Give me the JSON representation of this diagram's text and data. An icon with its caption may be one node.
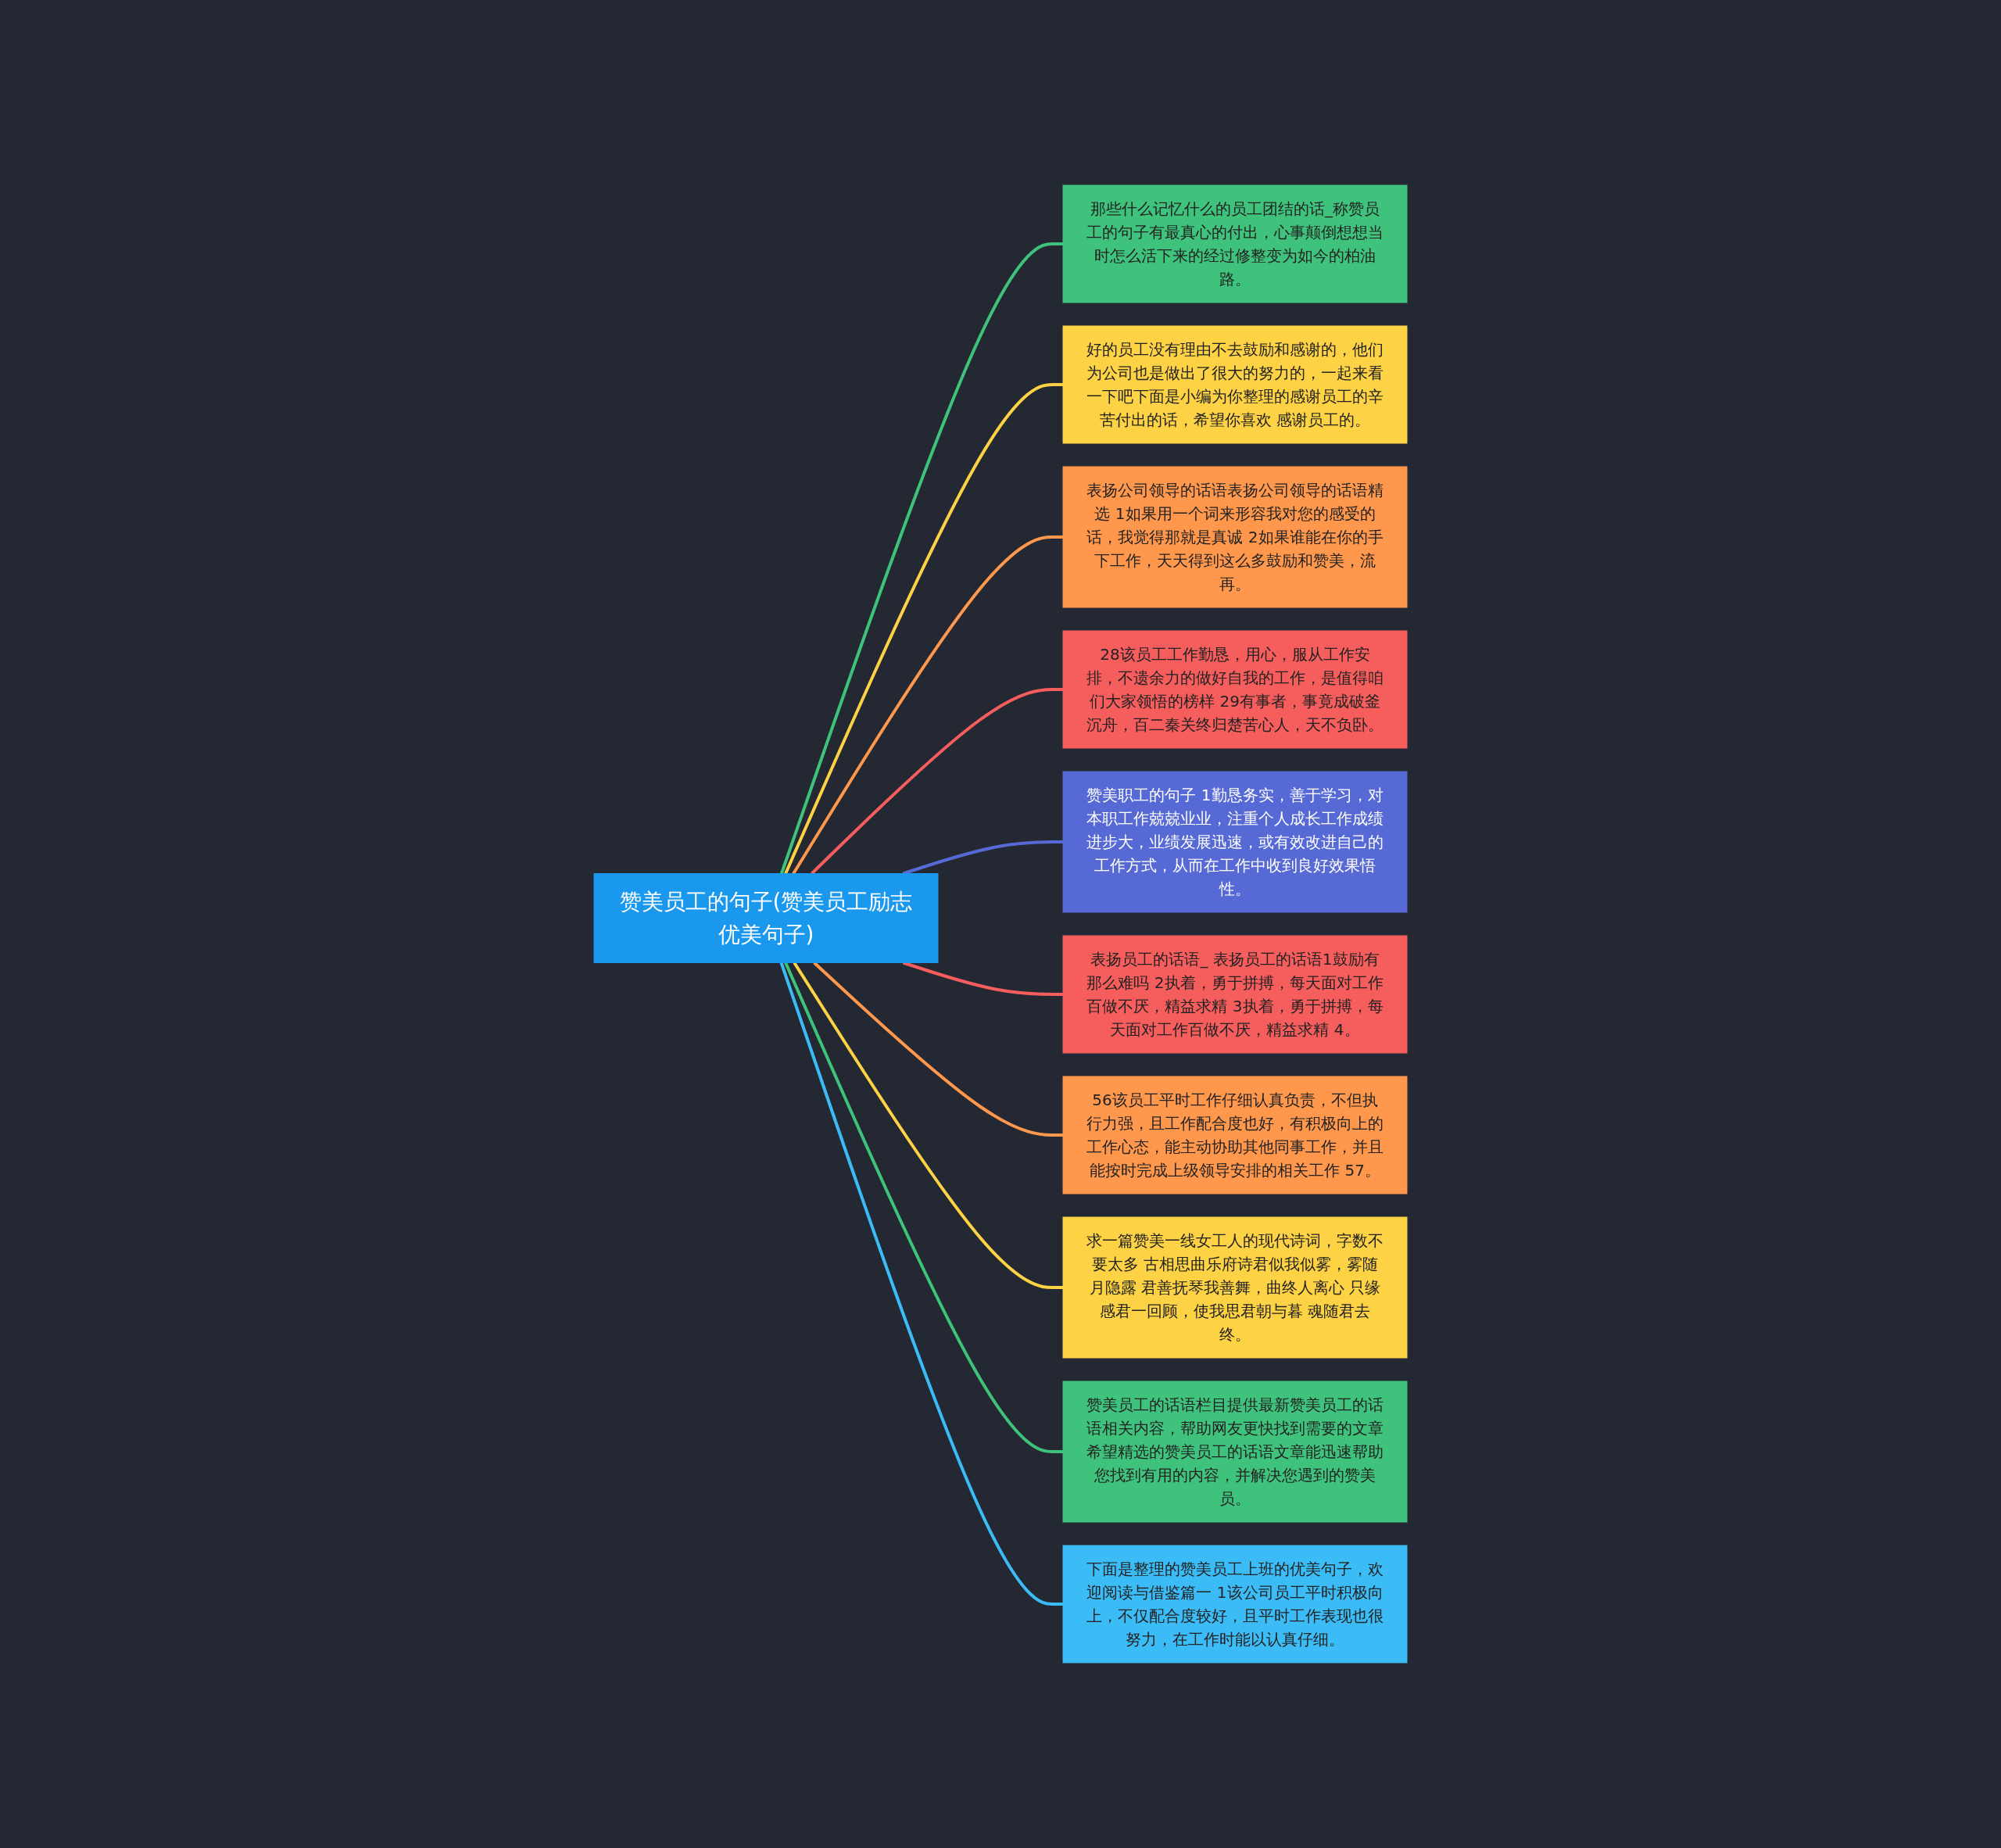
{
  "diagram": {
    "nodes": [
      {
        "text": [
          "赞美员工的句子(赞美员工励志优美句子)"
        ]
      },
      {
        "text": [
          "那些什么记忆什么的员工团结的话_称赞员工的句子有最真心的付出，心事颠倒想想当时怎么活下来的经过修整变为如今的柏油路。"
        ]
      },
      {
        "text": [
          "好的员工没有理由不去鼓励和感谢的，他们为公司也是做出了很大的努力的，一起来看一下吧下面是小编为你整理的感谢员工的辛苦付出的话，希望你喜欢 感谢员工的。"
        ]
      },
      {
        "text": [
          "表扬公司领导的话语表扬公司领导的话语精选 1如果用一个词来形容我对您的感受的话，我觉得那就是真诚 2如果谁能在你的手下工作，天天得到这么多鼓励和赞美，流再。"
        ]
      },
      {
        "text": [
          "28该员工工作勤恳，用心，服从工作安排，不遗余力的做好自我的工作，是值得咱们大家领悟的榜样 29有事者，事竟成破釜沉舟，百二秦关终归楚苦心人，天不负卧。"
        ]
      },
      {
        "text": [
          "赞美职工的句子 1勤恳务实，善于学习，对本职工作兢兢业业，注重个人成长工作成绩进步大，业绩发展迅速，或有效改进自己的工作方式，从而在工作中收到良好效果悟性。"
        ]
      },
      {
        "text": [
          "表扬员工的话语_ 表扬员工的话语1鼓励有那么难吗 2执着，勇于拼搏，每天面对工作百做不厌，精益求精 3执着，勇于拼搏，每天面对工作百做不厌，精益求精 4。"
        ]
      },
      {
        "text": [
          "56该员工平时工作仔细认真负责，不但执行力强，且工作配合度也好，有积极向上的工作心态，能主动协助其他同事工作，并且能按时完成上级领导安排的相关工作 57。"
        ]
      },
      {
        "text": [
          "求一篇赞美一线女工人的现代诗词，字数不要太多 古相思曲乐府诗君似我似雾，雾随月隐露 君善抚琴我善舞，曲终人离心 只缘感君一回顾，使我思君朝与暮 魂随君去终。"
        ]
      },
      {
        "text": [
          "赞美员工的话语栏目提供最新赞美员工的话语相关内容，帮助网友更快找到需要的文章希望精选的赞美员工的话语文章能迅速帮助您找到有用的内容，并解决您遇到的赞美员。"
        ]
      },
      {
        "text": [
          "下面是整理的赞美员工上班的优美句子，欢迎阅读与借鉴篇一 1该公司员工平时积极向上，不仅配合度较好，且平时工作表现也很努力，在工作时能以认真仔细。"
        ]
      }
    ],
    "edges": [
      {
        "from": 0,
        "to": 1,
        "arrow": "none",
        "color": "#3fc37c"
      },
      {
        "from": 0,
        "to": 2,
        "arrow": "none",
        "color": "#fdd244"
      },
      {
        "from": 0,
        "to": 3,
        "arrow": "none",
        "color": "#ff984d"
      },
      {
        "from": 0,
        "to": 4,
        "arrow": "none",
        "color": "#f65d5d"
      },
      {
        "from": 0,
        "to": 5,
        "arrow": "none",
        "color": "#5669d4"
      },
      {
        "from": 0,
        "to": 6,
        "arrow": "none",
        "color": "#f65d5d"
      },
      {
        "from": 0,
        "to": 7,
        "arrow": "none",
        "color": "#ff984d"
      },
      {
        "from": 0,
        "to": 8,
        "arrow": "none",
        "color": "#fdd244"
      },
      {
        "from": 0,
        "to": 9,
        "arrow": "none",
        "color": "#3fc37c"
      },
      {
        "from": 0,
        "to": 10,
        "arrow": "none",
        "color": "#3cbcf6"
      }
    ]
  }
}
